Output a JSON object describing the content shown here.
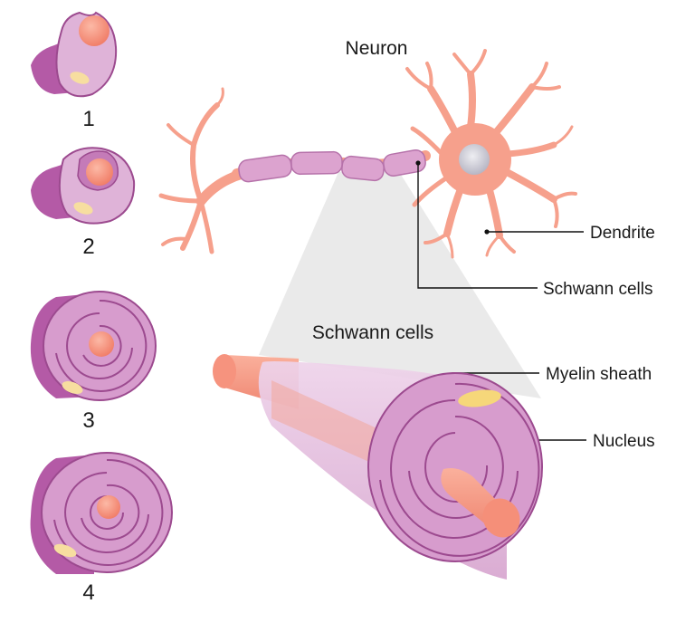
{
  "titles": {
    "neuron": "Neuron",
    "schwann": "Schwann cells"
  },
  "labels": {
    "dendrite": "Dendrite",
    "schwann_cells": "Schwann cells",
    "myelin_sheath": "Myelin sheath",
    "nucleus": "Nucleus"
  },
  "steps": [
    "1",
    "2",
    "3",
    "4"
  ],
  "colors": {
    "axon": "#f6a08c",
    "axon_dark": "#f08a76",
    "sheath_light": "#e4bedd",
    "sheath_mid": "#d9a6cf",
    "sheath_dark": "#b45aa6",
    "outline": "#9c4a8f",
    "nucleus_fill": "#f6d77a",
    "cell_nucleus": "#c9c8d2",
    "leader": "#111111"
  }
}
